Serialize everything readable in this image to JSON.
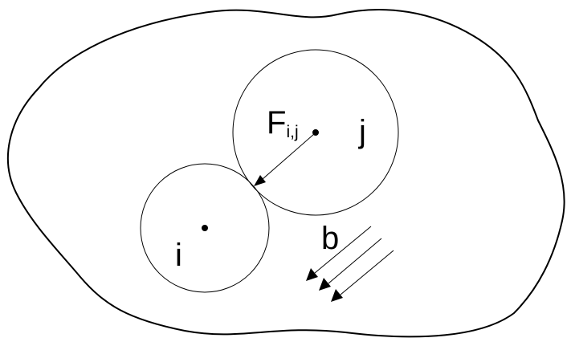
{
  "labels": {
    "force_main": "F",
    "force_sub": "i,j",
    "particle_i": "i",
    "particle_j": "j",
    "body_force": "b"
  },
  "colors": {
    "stroke": "#000000",
    "background": "#ffffff"
  }
}
